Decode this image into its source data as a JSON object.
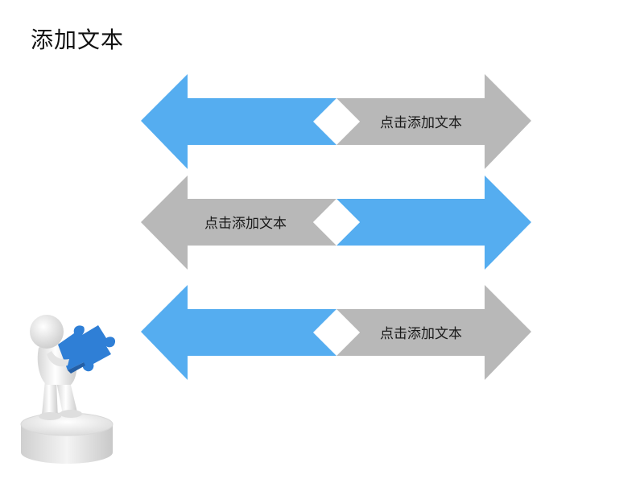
{
  "slide": {
    "title": "添加文本"
  },
  "rows": [
    {
      "label": "点击添加文本",
      "blue_direction": "left",
      "gray_direction": "right"
    },
    {
      "label": "点击添加文本",
      "blue_direction": "right",
      "gray_direction": "left"
    },
    {
      "label": "点击添加文本",
      "blue_direction": "left",
      "gray_direction": "right"
    }
  ],
  "colors": {
    "blue": "#55adf0",
    "gray": "#b8b8b8",
    "text": "#1a1a1a"
  },
  "illustration": {
    "figure": "3d-person-holding-puzzle-piece-on-pedestal",
    "puzzle_color": "#2f7fd6"
  }
}
